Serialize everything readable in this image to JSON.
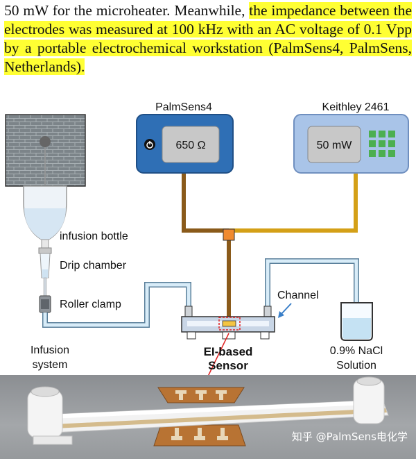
{
  "paragraph": {
    "plain": "50 mW for the microheater. Meanwhile, ",
    "highlighted": "the impedance between the electrodes was measured at 100 kHz with an AC voltage of 0.1 Vpp by a portable electrochemical workstation (PalmSens4, PalmSens, Netherlands)."
  },
  "devices": {
    "palmsens": {
      "title": "PalmSens4",
      "display": "650 Ω"
    },
    "keithley": {
      "title": "Keithley 2461",
      "display": "50 mW"
    }
  },
  "labels": {
    "infusion_bottle": "infusion bottle",
    "drip_chamber": "Drip chamber",
    "roller_clamp": "Roller clamp",
    "infusion_system_1": "Infusion",
    "infusion_system_2": "system",
    "channel": "Channel",
    "sensor_1": "EI-based",
    "sensor_2": "Sensor",
    "nacl_1": "0.9% NaCl",
    "nacl_2": "Solution"
  },
  "watermark": "知乎 @PalmSens电化学",
  "colors": {
    "highlight": "#ffff33",
    "palmsens_body": "#2f6fb5",
    "keithley_body": "#a9c4e8",
    "wire_brown": "#8a5a1a",
    "wire_gold": "#d4a017",
    "tube": "#a8cfe8",
    "junction": "#f08a30",
    "sensor_pointer": "#e02020"
  },
  "icons": {
    "power": "power-icon",
    "keypad": "keypad-icon",
    "arrow": "arrow-icon"
  }
}
